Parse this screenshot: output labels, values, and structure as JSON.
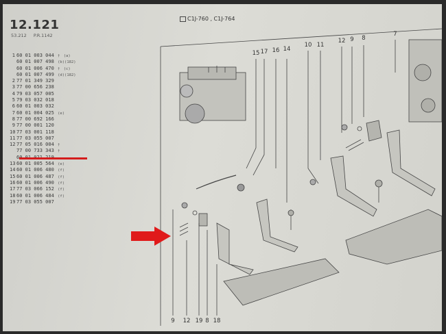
{
  "header": {
    "page_number": "12.121",
    "sub_left": "53.212",
    "sub_right": "P.R.1142",
    "model_refs": "C1J-760 , C1J-764"
  },
  "parts_list": [
    {
      "idx": "1",
      "ref": "60 01 003 044",
      "mark": "†",
      "note": "(a)"
    },
    {
      "idx": "",
      "ref": "60 01 007 498",
      "mark": "",
      "note": "(b)(182)"
    },
    {
      "idx": "",
      "ref": "60 01 006 470",
      "mark": "†",
      "note": "(c)"
    },
    {
      "idx": "",
      "ref": "60 01 007 499",
      "mark": "",
      "note": "(d)(182)"
    },
    {
      "idx": "2",
      "ref": "77 01 349 329",
      "mark": "",
      "note": ""
    },
    {
      "idx": "3",
      "ref": "77 00 656 238",
      "mark": "",
      "note": ""
    },
    {
      "idx": "4",
      "ref": "79 03 057 005",
      "mark": "",
      "note": ""
    },
    {
      "idx": "5",
      "ref": "79 03 032 018",
      "mark": "",
      "note": ""
    },
    {
      "idx": "6",
      "ref": "60 01 003 032",
      "mark": "",
      "note": ""
    },
    {
      "idx": "7",
      "ref": "60 01 004 025",
      "mark": "",
      "note": "(e)"
    },
    {
      "idx": "8",
      "ref": "77 00 692 166",
      "mark": "",
      "note": ""
    },
    {
      "idx": "9",
      "ref": "77 00 001 120",
      "mark": "",
      "note": ""
    },
    {
      "idx": "10",
      "ref": "77 03 001 118",
      "mark": "",
      "note": ""
    },
    {
      "idx": "11",
      "ref": "77 03 055 007",
      "mark": "",
      "note": ""
    },
    {
      "idx": "12",
      "ref": "77 05 016 004",
      "mark": "†",
      "note": ""
    },
    {
      "idx": "",
      "ref": "77 00 733 343",
      "mark": "†",
      "note": ""
    },
    {
      "idx": "",
      "ref": "60 01 021 219",
      "mark": "",
      "note": ""
    },
    {
      "idx": "13",
      "ref": "60 01 005 564",
      "mark": "",
      "note": "(e)"
    },
    {
      "idx": "14",
      "ref": "60 01 006 480",
      "mark": "",
      "note": "(f)"
    },
    {
      "idx": "15",
      "ref": "60 01 006 487",
      "mark": "",
      "note": "(f)"
    },
    {
      "idx": "16",
      "ref": "60 01 006 490",
      "mark": "",
      "note": "(f)"
    },
    {
      "idx": "17",
      "ref": "77 03 066 152",
      "mark": "",
      "note": "(f)"
    },
    {
      "idx": "18",
      "ref": "60 01 006 484",
      "mark": "",
      "note": "(f)"
    },
    {
      "idx": "19",
      "ref": "77 03 055 007",
      "mark": "",
      "note": ""
    }
  ],
  "diagram": {
    "top_callouts": [
      "15",
      "17",
      "16",
      "14",
      "10",
      "11",
      "12",
      "9",
      "8",
      "7"
    ],
    "bottom_callouts": [
      "9",
      "12",
      "19",
      "8",
      "18"
    ]
  },
  "colors": {
    "highlight": "#d41c1c",
    "paper": "#d6d6d0",
    "ink": "#3a3a3a"
  }
}
